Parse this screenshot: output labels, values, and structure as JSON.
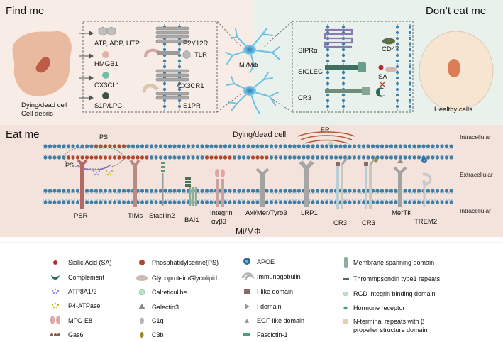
{
  "panels": {
    "find_me": "Find me",
    "dont_eat_me": "Don’t eat me",
    "eat_me": "Eat me"
  },
  "find_me": {
    "dying_cell_line1": "Dying/dead cell",
    "dying_cell_line2": "Cell debris",
    "signals": [
      "ATP, ADP, UTP",
      "HMGB1",
      "CX3CL1",
      "S1P/LPC"
    ],
    "receptors": [
      "P2Y12R",
      "TLR",
      "CX3CR1",
      "S1PR"
    ]
  },
  "microglia_label": "Mi/MΦ",
  "dont_eat_me": {
    "labels": [
      "SIPRα",
      "CD47",
      "SIGLEC",
      "SA",
      "CR3"
    ],
    "healthy_cells": "Healthy cells"
  },
  "eat_me": {
    "dying_cell": "Dying/dead cell",
    "er": "ER",
    "ps_top": "PS",
    "ps_left": "PS",
    "side_labels": [
      "Intracellular",
      "Extracellular",
      "Intracellular"
    ],
    "receptors": [
      "PSR",
      "TIMs",
      "Stabilin2",
      "BAI1",
      "Integrin",
      "αvβ3",
      "Axl/Mer/Tyro3",
      "LRP1",
      "CR3",
      "CR3",
      "MerTK",
      "TREM2"
    ],
    "bottom_label": "Mi/MΦ"
  },
  "legend": {
    "col1": [
      "Sialic Acid (SA)",
      "Complement",
      "ATP8A1/2",
      "P4-ATPase",
      "MFG-E8",
      "Gas6"
    ],
    "col2": [
      "Phosphatidylserine(PS)",
      "Glycoprotein/Glycolipid",
      "Calreticulibe",
      "Galectin3",
      "C1q",
      "C3b"
    ],
    "col3": [
      "APOE",
      "Immunogobulin",
      "I-like domain",
      "I domain",
      "EGF-like domain",
      "Fascictin-1"
    ],
    "col4": [
      "Membrane spanning domain",
      "Thrommpsondin type1 repeats",
      "RGD integrin binding domain",
      "Hormone receptor",
      "N-terminal repeats with β",
      "propeller structure domain"
    ]
  },
  "colors": {
    "find_me_bg": "#f7ede6",
    "dont_eat_me_bg": "#e8f1ec",
    "eat_me_bg": "#f4e3dc",
    "membrane_blue": "#3f7fa6",
    "ps_red": "#b3452b",
    "neuron_blue": "#5fb3d8"
  }
}
